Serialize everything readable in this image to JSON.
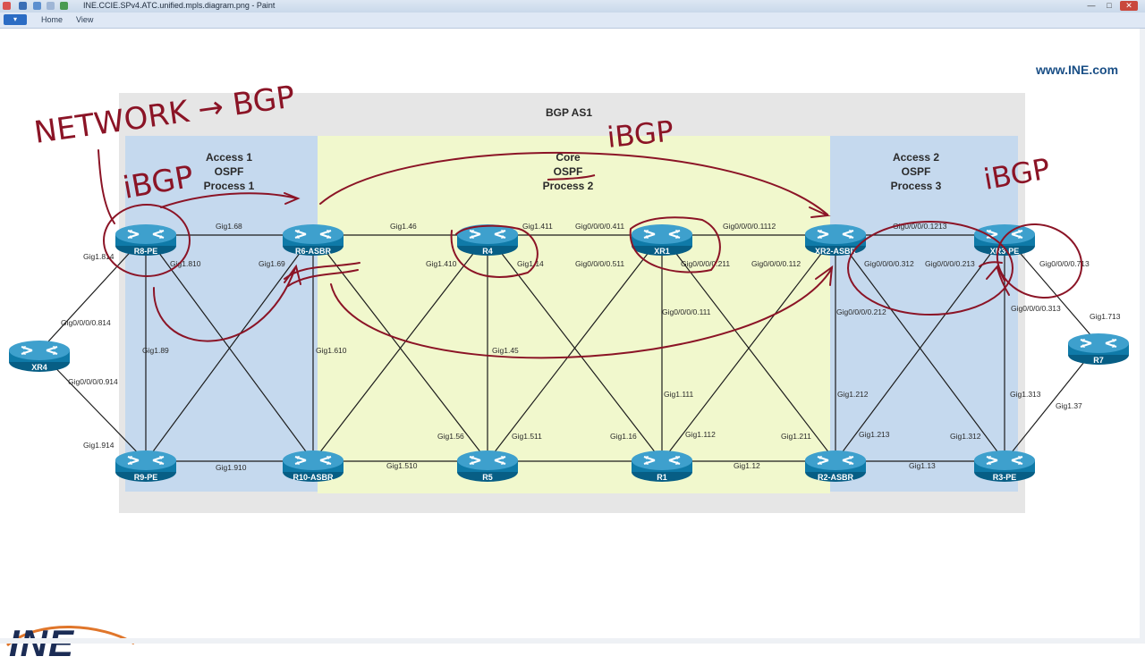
{
  "window": {
    "title": "INE.CCIE.SPv4.ATC.unified.mpls.diagram.png - Paint",
    "ribbon_tabs": [
      "Home",
      "View"
    ],
    "controls": [
      "—",
      "□",
      "✕"
    ]
  },
  "branding": {
    "url": "www.INE.com",
    "logo": "INE"
  },
  "diagram": {
    "as_label": "BGP AS1",
    "zones": {
      "access1": [
        "Access 1",
        "OSPF",
        "Process 1"
      ],
      "core": [
        "Core",
        "OSPF",
        "Process 2"
      ],
      "access2": [
        "Access 2",
        "OSPF",
        "Process 3"
      ]
    },
    "routers": [
      {
        "id": "r8",
        "name": "R8-PE"
      },
      {
        "id": "r6",
        "name": "R6-ASBR"
      },
      {
        "id": "r4",
        "name": "R4"
      },
      {
        "id": "xr1",
        "name": "XR1"
      },
      {
        "id": "xr2",
        "name": "XR2-ASBR"
      },
      {
        "id": "xr3",
        "name": "XR3-PE"
      },
      {
        "id": "xr4",
        "name": "XR4"
      },
      {
        "id": "r7",
        "name": "R7"
      },
      {
        "id": "r9",
        "name": "R9-PE"
      },
      {
        "id": "r10",
        "name": "R10-ASBR"
      },
      {
        "id": "r5",
        "name": "R5"
      },
      {
        "id": "r1",
        "name": "R1"
      },
      {
        "id": "r2",
        "name": "R2-ASBR"
      },
      {
        "id": "r3",
        "name": "R3-PE"
      }
    ],
    "links": [
      "Gig1.68",
      "Gig1.46",
      "Gig1.411",
      "Gig0/0/0/0.411",
      "Gig0/0/0/0.1112",
      "Gig0/0/0/0.1213",
      "Gig1.814",
      "Gig1.810",
      "Gig1.69",
      "Gig1.410",
      "Gig1.14",
      "Gig0/0/0/0.511",
      "Gig0/0/0/0.211",
      "Gig0/0/0/0.112",
      "Gig0/0/0/0.312",
      "Gig0/0/0/0.213",
      "Gig0/0/0/0.713",
      "Gig0/0/0/0.814",
      "Gig0/0/0/0.111",
      "Gig0/0/0/0.212",
      "Gig0/0/0/0.313",
      "Gig1.713",
      "Gig1.89",
      "Gig1.610",
      "Gig1.45",
      "Gig0/0/0/0.914",
      "Gig1.111",
      "Gig1.212",
      "Gig1.313",
      "Gig1.37",
      "Gig1.914",
      "Gig1.56",
      "Gig1.511",
      "Gig1.16",
      "Gig1.112",
      "Gig1.211",
      "Gig1.213",
      "Gig1.312",
      "Gig1.910",
      "Gig1.510",
      "Gig1.12",
      "Gig1.13"
    ]
  },
  "annotations": {
    "network_bgp": "NETWORK → BGP",
    "ibgp": "iBGP"
  },
  "colors": {
    "access_zone": "#c5d9ee",
    "core_zone": "#f1f8cd",
    "as_box": "#e6e6e6",
    "router": "#0f7aa8",
    "pen": "#8b1426"
  }
}
